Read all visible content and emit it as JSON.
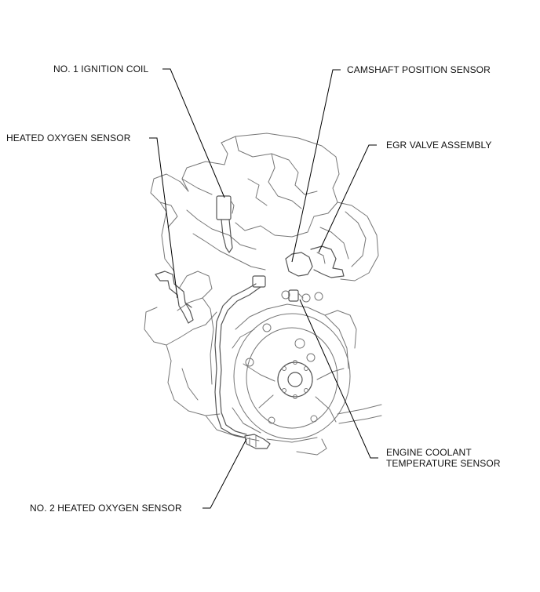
{
  "labels": {
    "ignition_coil": "NO. 1 IGNITION COIL",
    "camshaft_sensor": "CAMSHAFT POSITION SENSOR",
    "heated_oxygen_sensor": "HEATED OXYGEN SENSOR",
    "egr_valve": "EGR VALVE ASSEMBLY",
    "coolant_sensor_line1": "ENGINE COOLANT",
    "coolant_sensor_line2": "TEMPERATURE SENSOR",
    "no2_heated_oxygen_sensor": "NO. 2 HEATED OXYGEN SENSOR"
  }
}
